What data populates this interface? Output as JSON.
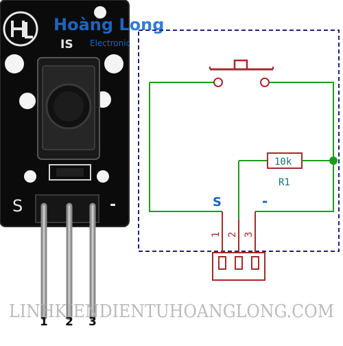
{
  "logo": {
    "brand": "Hoàng Long",
    "tagline": "Electronic"
  },
  "module": {
    "silk_label": "IS",
    "s_mark": "S",
    "minus_mark": "-",
    "pin_labels": [
      "1",
      "2",
      "3"
    ]
  },
  "schematic": {
    "resistor_value": "10k",
    "resistor_ref": "R1",
    "s_label": "S",
    "minus_label": "-",
    "connector_pins": [
      "1",
      "2",
      "3"
    ]
  },
  "watermark": "LINHKIENDIENTUHOANGLONG.COM",
  "colors": {
    "wire": "#1b9e1b",
    "component": "#a52a2a",
    "label": "#1565c0",
    "box_border": "#1a237e",
    "pcb": "#0b0b0b",
    "accent_dot": "#1b9e1b"
  }
}
